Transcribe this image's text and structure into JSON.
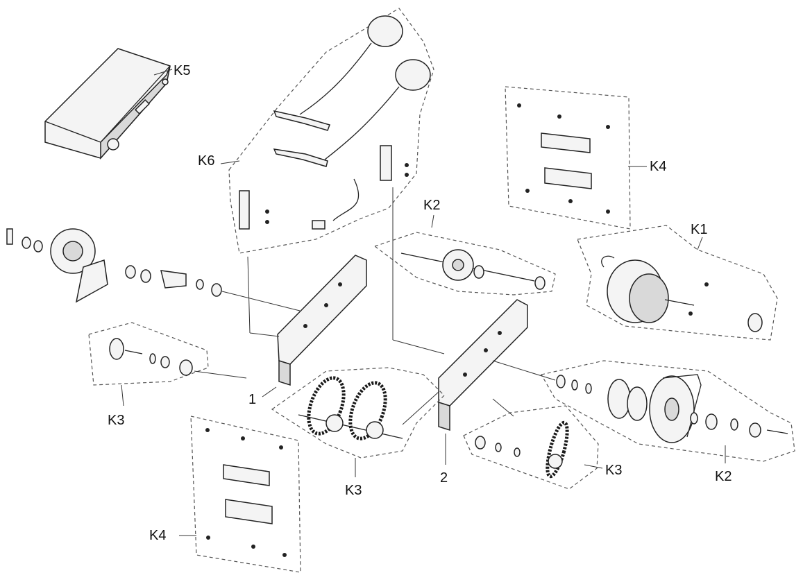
{
  "labels": {
    "k1": "K1",
    "k2_top": "K2",
    "k2_bottom": "K2",
    "k3_left": "K3",
    "k3_center": "K3",
    "k3_right": "K3",
    "k4_top": "K4",
    "k4_bottom": "K4",
    "k5": "K5",
    "k6": "K6",
    "rail_1": "1",
    "rail_2": "2"
  }
}
